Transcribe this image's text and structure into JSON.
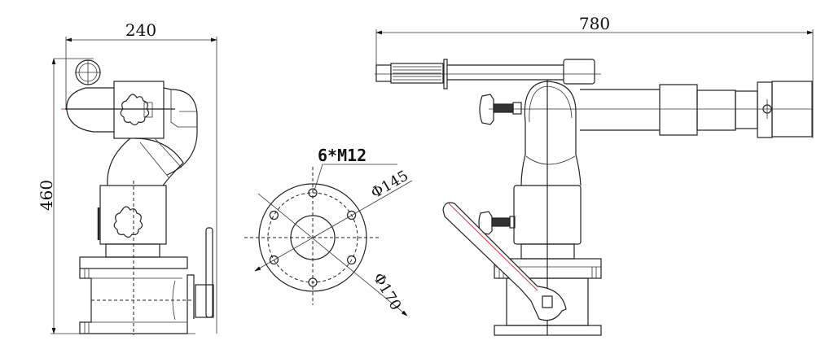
{
  "drawing": {
    "side_view": {
      "width_dim": "240",
      "height_dim": "460"
    },
    "flange_view": {
      "bolt_label": "6*M12",
      "bolt_circle_dim": "Φ145",
      "outer_dim": "Φ170"
    },
    "front_view": {
      "length_dim": "780"
    }
  },
  "colors": {
    "line": "#222222",
    "centerline_accent": "#e03030",
    "background": "#ffffff"
  }
}
